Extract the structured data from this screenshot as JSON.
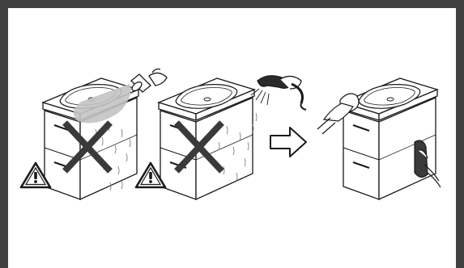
{
  "figure": {
    "panels": [
      {
        "name": "pour-water",
        "status": "not-allowed",
        "icons": [
          "vanity-cabinet-icon",
          "cup-pouring-water-icon",
          "cross-mark-icon",
          "warning-triangle-icon"
        ]
      },
      {
        "name": "spray-water",
        "status": "not-allowed",
        "icons": [
          "vanity-cabinet-icon",
          "hose-spray-icon",
          "cross-mark-icon",
          "warning-triangle-icon"
        ]
      },
      {
        "name": "wipe-with-cloth",
        "status": "allowed",
        "icons": [
          "vanity-cabinet-icon",
          "hand-with-cloth-icon"
        ]
      }
    ],
    "arrow": "arrow-right-icon",
    "colors": {
      "frame": "#3f3f3f",
      "background": "#ffffff",
      "line": "#1a1a1a",
      "water": "#bdbdbd"
    }
  }
}
